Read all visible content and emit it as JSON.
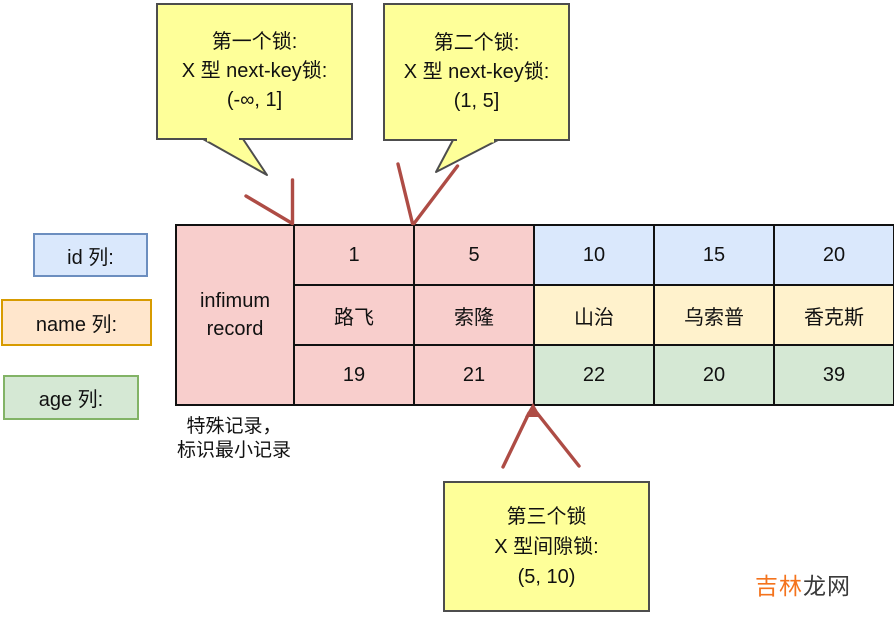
{
  "callouts": {
    "first": {
      "title": "第一个锁:",
      "type": "X 型 next-key锁:",
      "range": "(-∞, 1]"
    },
    "second": {
      "title": "第二个锁:",
      "type": "X 型 next-key锁:",
      "range": "(1, 5]"
    },
    "third": {
      "title": "第三个锁",
      "type": "X 型间隙锁:",
      "range": "(5, 10)"
    }
  },
  "row_labels": {
    "id": "id 列:",
    "name": "name 列:",
    "age": "age 列:"
  },
  "table": {
    "infimum": "infimum record",
    "columns": [
      {
        "id": "1",
        "name": "路飞",
        "age": "19",
        "locked": true
      },
      {
        "id": "5",
        "name": "索隆",
        "age": "21",
        "locked": true
      },
      {
        "id": "10",
        "name": "山治",
        "age": "22",
        "locked": false
      },
      {
        "id": "15",
        "name": "乌索普",
        "age": "20",
        "locked": false
      },
      {
        "id": "20",
        "name": "香克斯",
        "age": "39",
        "locked": false
      }
    ]
  },
  "note": {
    "line1": "特殊记录，",
    "line2": "标识最小记录"
  },
  "watermark": {
    "prefix": "吉林",
    "suffix": "龙网"
  },
  "colors": {
    "locked_fill": "#f8cecc",
    "locked_border": "#b85450",
    "id_fill": "#dae8fc",
    "id_border": "#6c8ebf",
    "name_fill": "#fff2cc",
    "name_border": "#d6b656",
    "age_fill": "#d5e8d4",
    "age_border": "#82b366",
    "name_label_fill": "#ffe6cc",
    "name_label_border": "#d79b00",
    "callout_fill": "#feff99",
    "callout_border": "#4d4d4d",
    "connector_red": "#ae4c45",
    "watermark_orange": "#f4731d"
  }
}
